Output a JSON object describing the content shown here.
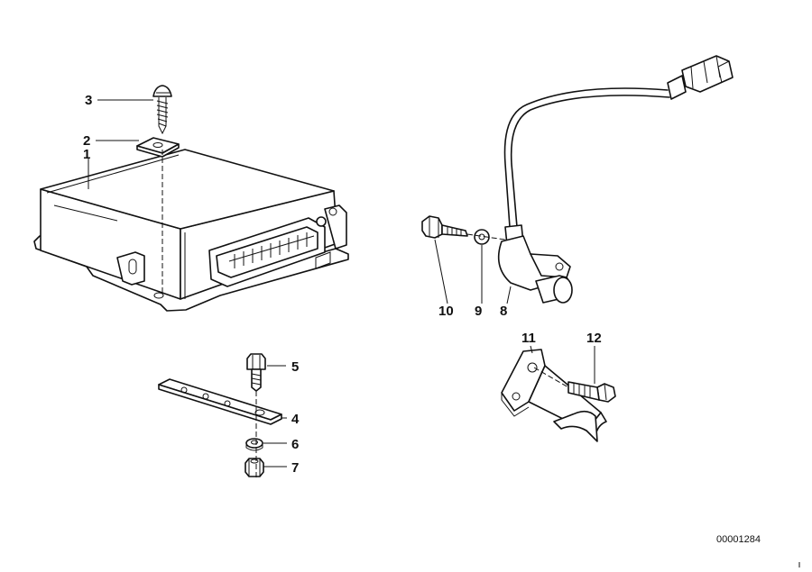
{
  "callouts": {
    "c1": "1",
    "c2": "2",
    "c3": "3",
    "c4": "4",
    "c5": "5",
    "c6": "6",
    "c7": "7",
    "c8": "8",
    "c9": "9",
    "c10": "10",
    "c11": "11",
    "c12": "12"
  },
  "diagram_code": "00001284",
  "parts": {
    "control_unit": "control-unit",
    "mounting_clip": "mounting-clip",
    "screw": "screw",
    "bracket_strap": "bracket-strap",
    "hex_bolt": "hex-bolt",
    "washer": "washer",
    "hex_nut": "hex-nut",
    "sensor_with_cable": "sensor-with-cable",
    "sensor_washer": "sensor-washer",
    "sensor_bolt": "sensor-bolt",
    "sensor_bracket": "sensor-bracket",
    "bracket_bolt": "bracket-bolt"
  }
}
